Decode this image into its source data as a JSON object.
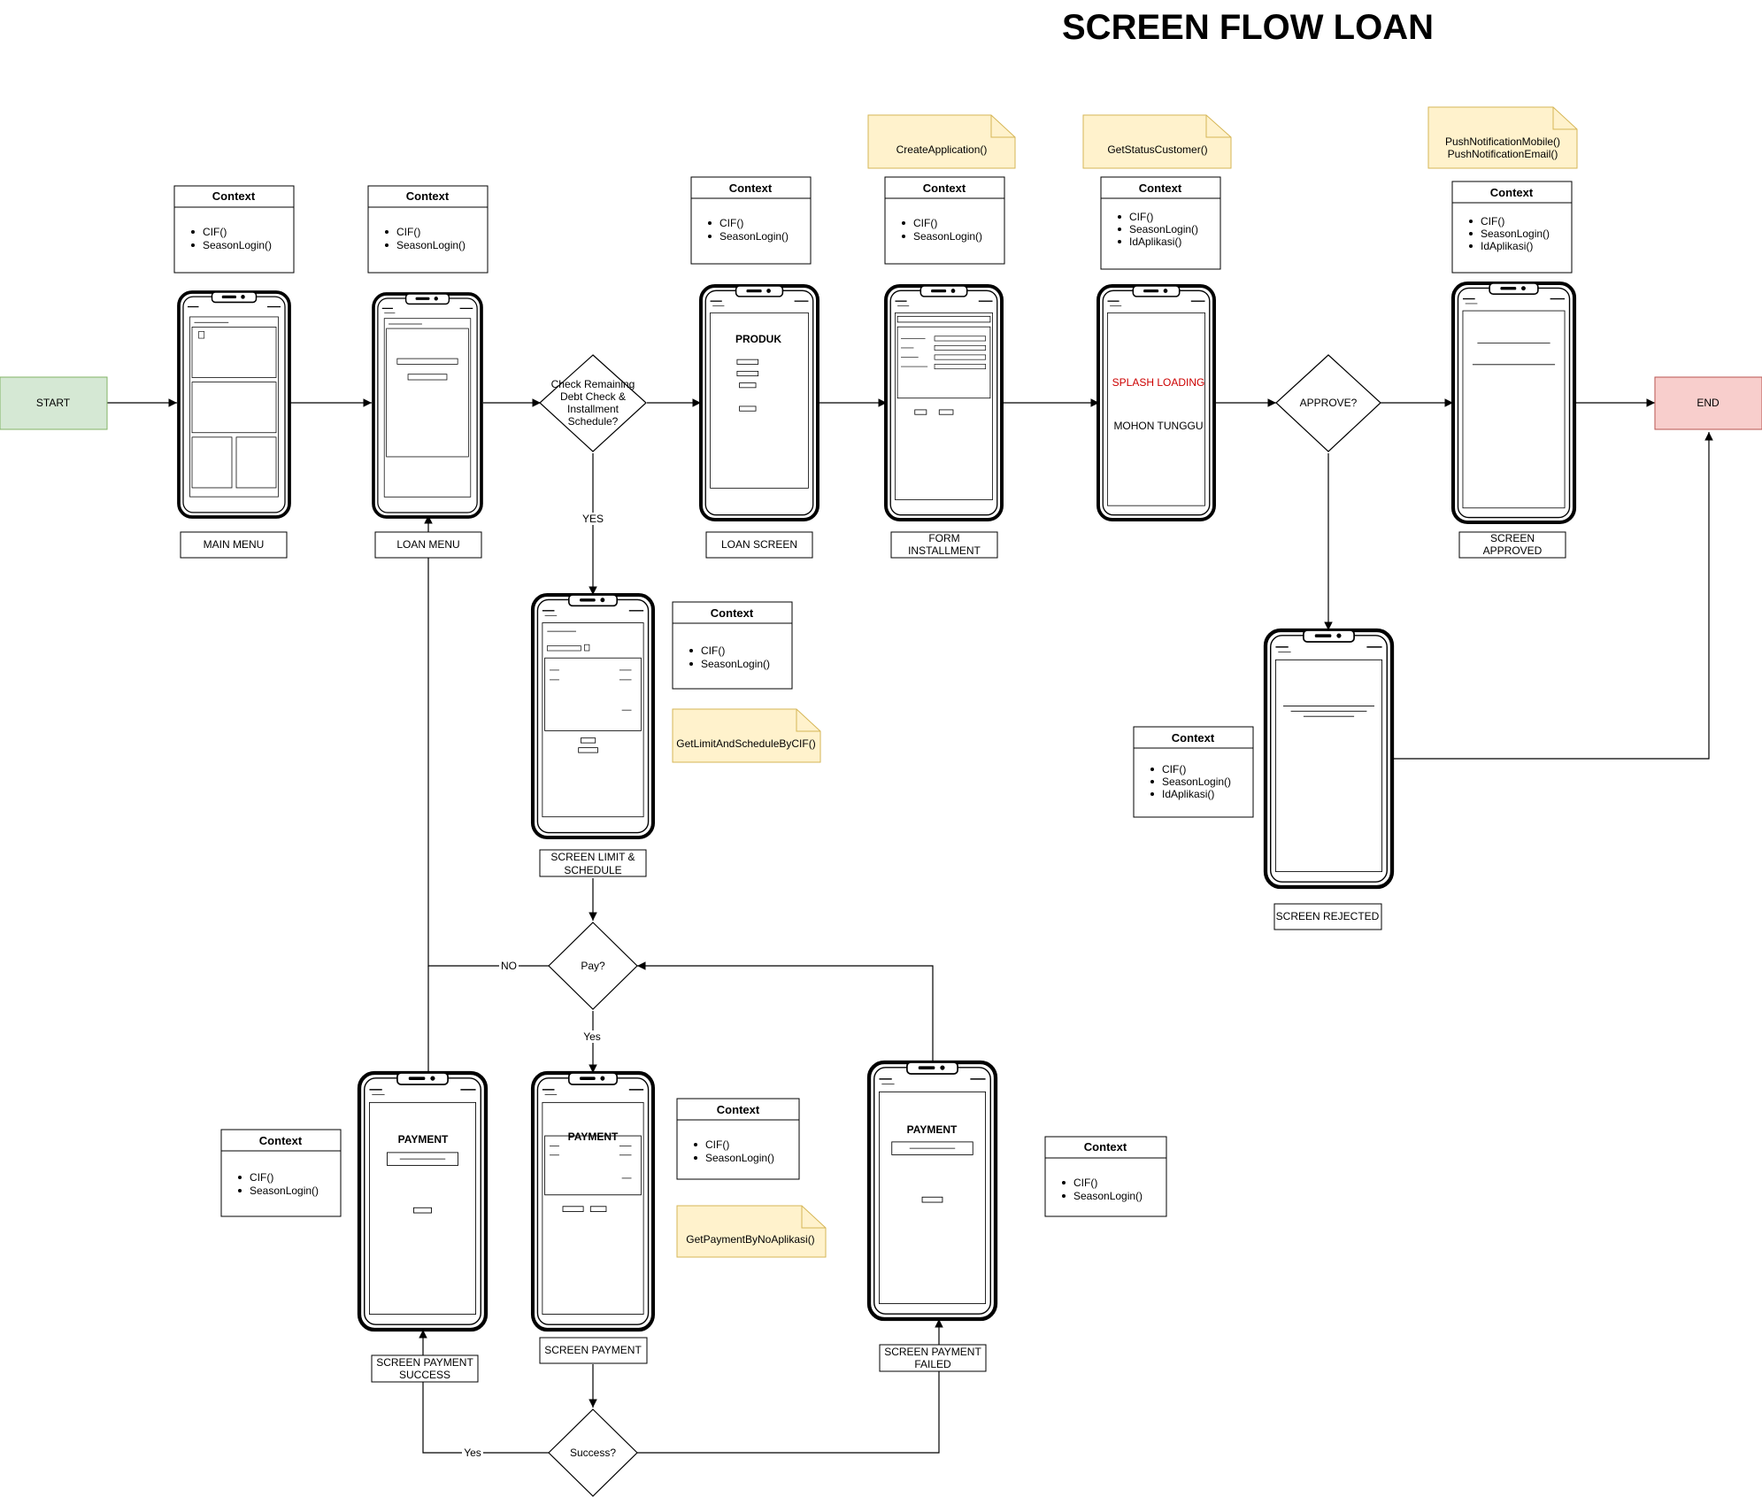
{
  "title": "SCREEN FLOW LOAN",
  "colors": {
    "start": "#d5e8d4",
    "start_border": "#82b366",
    "end": "#f8cecc",
    "end_border": "#b85450",
    "note": "#fff2cc",
    "note_border": "#d6b656",
    "splash": "#cc0000"
  },
  "terminals": {
    "start": "START",
    "end": "END"
  },
  "decisions": {
    "check": [
      "Check Remaining",
      "Debt Check &",
      "Installment",
      "Schedule?"
    ],
    "approve": "APPROVE?",
    "pay": "Pay?",
    "success": "Success?"
  },
  "edges": {
    "yes_upper": "YES",
    "no": "NO",
    "yes_pay": "Yes",
    "yes_success": "Yes"
  },
  "context_title": "Context",
  "context": {
    "main": [
      "CIF()",
      "SeasonLogin()"
    ],
    "loan": [
      "CIF()",
      "SeasonLogin()"
    ],
    "produk": [
      "CIF()",
      "SeasonLogin()"
    ],
    "form": [
      "CIF()",
      "SeasonLogin()"
    ],
    "splash": [
      "CIF()",
      "SeasonLogin()",
      "IdAplikasi()"
    ],
    "approved": [
      "CIF()",
      "SeasonLogin()",
      "IdAplikasi()"
    ],
    "limit": [
      "CIF()",
      "SeasonLogin()"
    ],
    "rejected": [
      "CIF()",
      "SeasonLogin()",
      "IdAplikasi()"
    ],
    "pay_success": [
      "CIF()",
      "SeasonLogin()"
    ],
    "payment": [
      "CIF()",
      "SeasonLogin()"
    ],
    "pay_failed": [
      "CIF()",
      "SeasonLogin()"
    ]
  },
  "notes": {
    "create": [
      "CreateApplication()"
    ],
    "status": [
      "GetStatusCustomer()"
    ],
    "push": [
      "PushNotificationMobile()",
      "PushNotificationEmail()"
    ],
    "limit": [
      "GetLimitAndScheduleByCIF()"
    ],
    "payment": [
      "GetPaymentByNoAplikasi()"
    ]
  },
  "screen_labels": {
    "main": [
      "MAIN MENU"
    ],
    "loan": [
      "LOAN MENU"
    ],
    "produk": [
      "LOAN SCREEN"
    ],
    "form": [
      "FORM",
      "INSTALLMENT"
    ],
    "approved": [
      "SCREEN",
      "APPROVED"
    ],
    "limit": [
      "SCREEN LIMIT &",
      "SCHEDULE"
    ],
    "rejected": [
      "SCREEN REJECTED"
    ],
    "pay_success": [
      "SCREEN PAYMENT",
      "SUCCESS"
    ],
    "payment": [
      "SCREEN PAYMENT"
    ],
    "pay_failed": [
      "SCREEN PAYMENT",
      "FAILED"
    ]
  },
  "screens": {
    "produk_title": "PRODUK",
    "splash_loading": "SPLASH LOADING",
    "mohon_tunggu": "MOHON TUNGGU",
    "payment_title": "PAYMENT"
  }
}
